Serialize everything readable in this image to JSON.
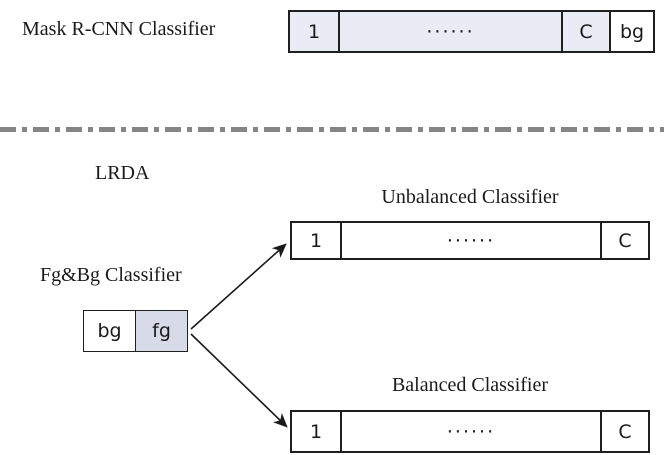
{
  "colors": {
    "cell_shaded_light": "#e9ebf5",
    "cell_shaded_dark": "#d6dbe7",
    "cell_white": "#ffffff",
    "box_border": "#1f1f1f",
    "divider_gray": "#858585",
    "text": "#1a1a1a"
  },
  "top_section": {
    "label": "Mask R-CNN Classifier",
    "bar": {
      "cells": [
        {
          "text": "1",
          "shaded": true
        },
        {
          "text": "······",
          "shaded": true,
          "wide": true
        },
        {
          "text": "C",
          "shaded": true
        },
        {
          "text": "bg",
          "shaded": false
        }
      ]
    }
  },
  "bottom_section": {
    "label": "LRDA",
    "fgbg_classifier": {
      "label": "Fg&Bg Classifier",
      "bar": {
        "cells": [
          {
            "text": "bg",
            "shaded": false
          },
          {
            "text": "fg",
            "shaded": true
          }
        ]
      }
    },
    "unbalanced_classifier": {
      "title": "Unbalanced Classifier",
      "bar": {
        "cells": [
          {
            "text": "1",
            "shaded": false
          },
          {
            "text": "······",
            "shaded": false,
            "wide": true
          },
          {
            "text": "C",
            "shaded": false
          }
        ]
      }
    },
    "balanced_classifier": {
      "title": "Balanced Classifier",
      "bar": {
        "cells": [
          {
            "text": "1",
            "shaded": false
          },
          {
            "text": "······",
            "shaded": false,
            "wide": true
          },
          {
            "text": "C",
            "shaded": false
          }
        ]
      }
    }
  }
}
